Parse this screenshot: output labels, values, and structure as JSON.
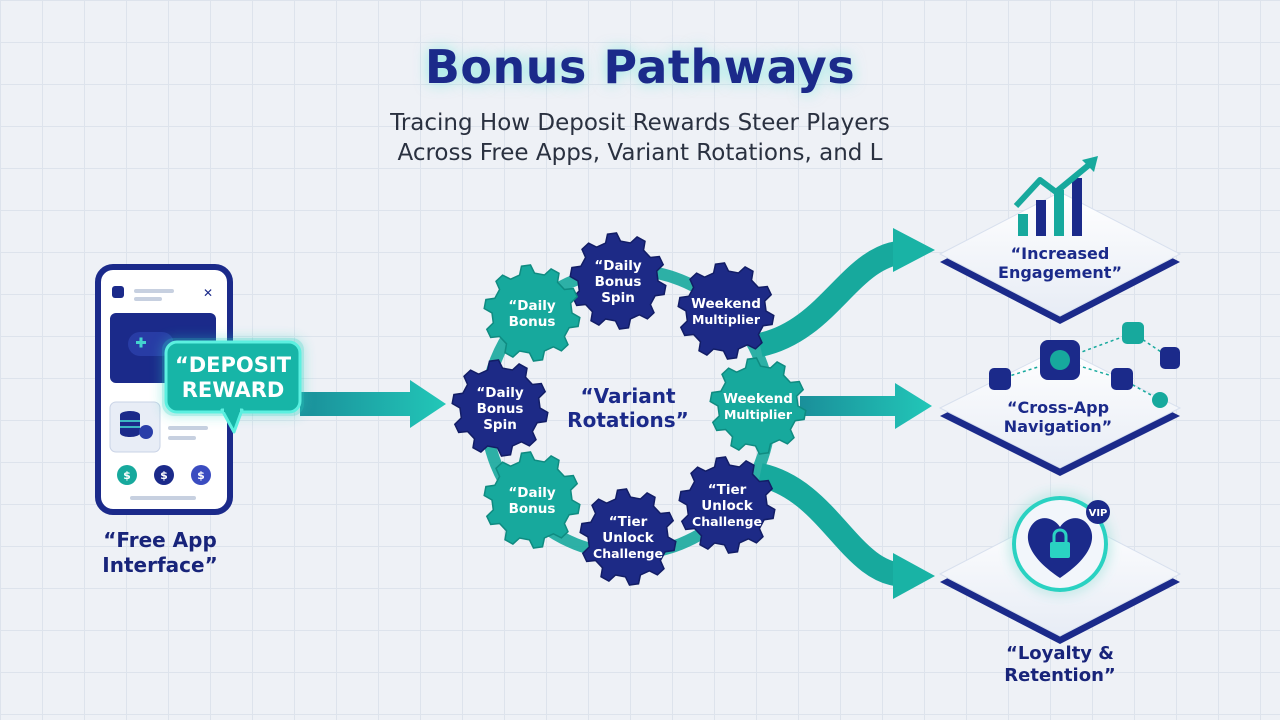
{
  "title": "Bonus Pathways",
  "subtitle": {
    "line1": "Tracing How Deposit Rewards Steer Players",
    "line2": "Across Free Apps, Variant Rotations, and L"
  },
  "phone": {
    "caption_line1": "“Free App",
    "caption_line2": "Interface”",
    "callout_line1": "“DEPOSIT",
    "callout_line2": "REWARD",
    "close_glyph": "✕",
    "coin_glyph": "$"
  },
  "center": {
    "label_line1": "“Variant",
    "label_line2": "Rotations”"
  },
  "gears": [
    {
      "lines": [
        "“Daily",
        "Bonus",
        "Spin"
      ],
      "color": "#1d2a86"
    },
    {
      "lines": [
        "Weekend",
        "Multiplier"
      ],
      "color": "#1d2a86"
    },
    {
      "lines": [
        "Weekend",
        "Multiplier"
      ],
      "color": "#17a99d"
    },
    {
      "lines": [
        "“Tier",
        "Unlock",
        "Challenge"
      ],
      "color": "#1d2a86"
    },
    {
      "lines": [
        "“Tier",
        "Unlock",
        "Challenge"
      ],
      "color": "#1d2a86"
    },
    {
      "lines": [
        "“Daily",
        "Bonus"
      ],
      "color": "#17a99d"
    },
    {
      "lines": [
        "“Daily",
        "Bonus",
        "Spin"
      ],
      "color": "#1d2a86"
    },
    {
      "lines": [
        "“Daily",
        "Bonus"
      ],
      "color": "#17a99d"
    }
  ],
  "outcomes": {
    "engagement": {
      "line1": "“Increased",
      "line2": "Engagement”"
    },
    "navigation": {
      "line1": "“Cross-App",
      "line2": "Navigation”"
    },
    "loyalty": {
      "line1": "“Loyalty &",
      "line2": "Retention”",
      "badge": "VIP"
    }
  },
  "colors": {
    "navy": "#1b2a8a",
    "teal": "#17a99d",
    "teal_light": "#48e6d6",
    "background": "#eef1f6"
  }
}
